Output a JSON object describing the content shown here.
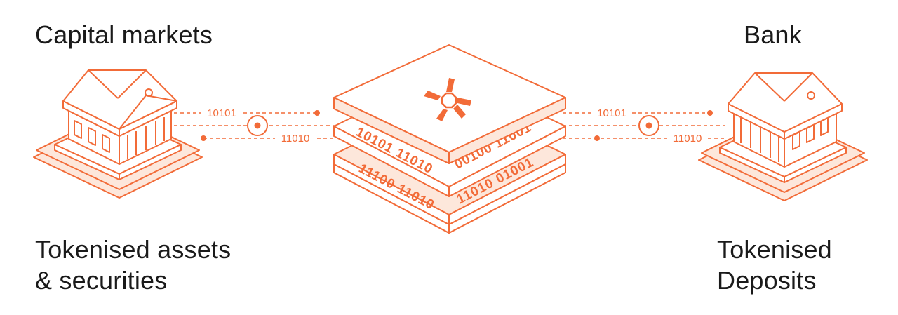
{
  "labels": {
    "left_top": "Capital markets",
    "right_top": "Bank",
    "left_bottom_line1": "Tokenised assets",
    "left_bottom_line2": "& securities",
    "right_bottom_line1": "Tokenised",
    "right_bottom_line2": "Deposits"
  },
  "connectors": {
    "left_top_code": "10101",
    "left_bottom_code": "11010",
    "right_top_code": "10101",
    "right_bottom_code": "11010"
  },
  "ledger": {
    "layer1_left": "10101 11010",
    "layer1_right": "00100 11001",
    "layer2_left": "11100 11010",
    "layer2_right": "11010 01001"
  },
  "colors": {
    "accent": "#f26b38",
    "accent_light": "#fde7db",
    "text": "#1a1a1a",
    "background": "#ffffff"
  },
  "icons": {
    "left_building": "bank-building-icon",
    "right_building": "bank-building-icon",
    "logo": "asterisk-logo-icon",
    "connector_node": "target-node-icon"
  }
}
